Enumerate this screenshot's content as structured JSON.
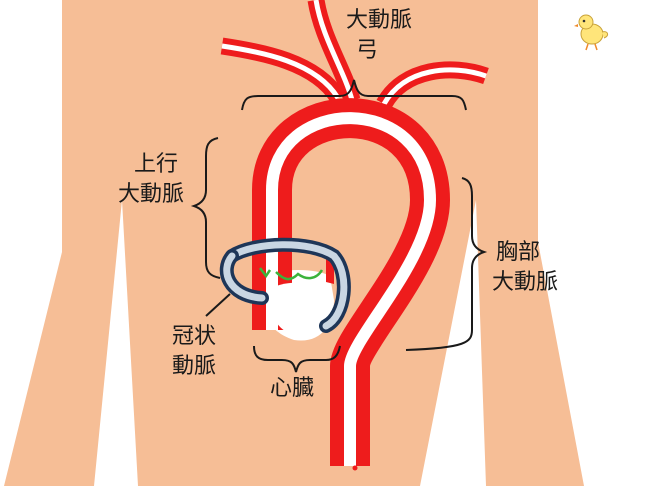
{
  "labels": {
    "aortic_arch_line1": "大動脈",
    "aortic_arch_line2": "弓",
    "ascending_line1": "上行",
    "ascending_line2": "大動脈",
    "thoracic_line1": "胸部",
    "thoracic_line2": "大動脈",
    "coronary_line1": "冠状",
    "coronary_line2": "動脈",
    "heart": "心臓"
  },
  "colors": {
    "skin": "#f6be96",
    "artery_red": "#ee1c1c",
    "artery_white": "#ffffff",
    "coronary_outline": "#1e3658",
    "coronary_fill": "#c9d6e3",
    "valve_green": "#3cb33c",
    "bracket": "#1a1a1a"
  },
  "icons": {
    "corner_mascot": "chick-icon"
  }
}
